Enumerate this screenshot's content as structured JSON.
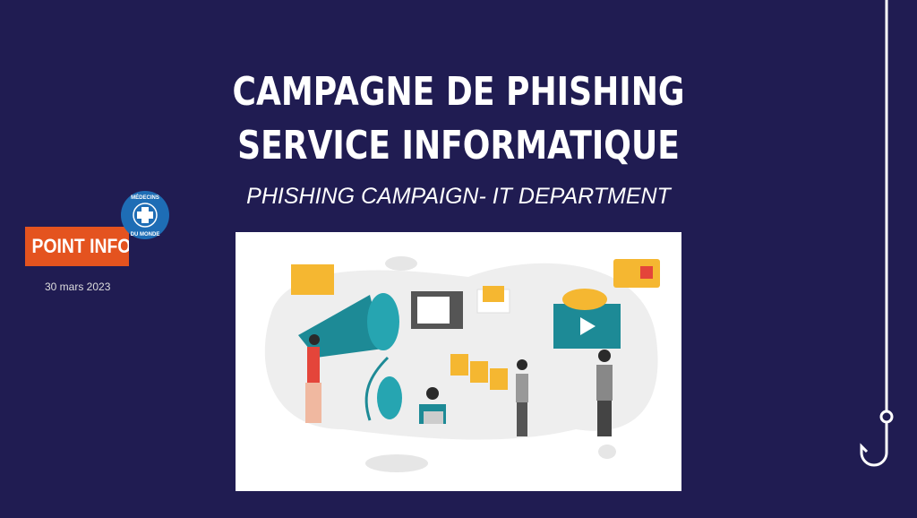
{
  "title": {
    "line1": "CAMPAGNE DE PHISHING",
    "line2": "SERVICE INFORMATIQUE"
  },
  "subtitle": "PHISHING CAMPAIGN- IT DEPARTMENT",
  "badge": "POINT INFO",
  "logo": {
    "text": "MÉDECINS DU MONDE"
  },
  "date": "30 mars 2023",
  "colors": {
    "background": "#201c52",
    "badge": "#e4531f",
    "logo": "#1e6db5"
  }
}
